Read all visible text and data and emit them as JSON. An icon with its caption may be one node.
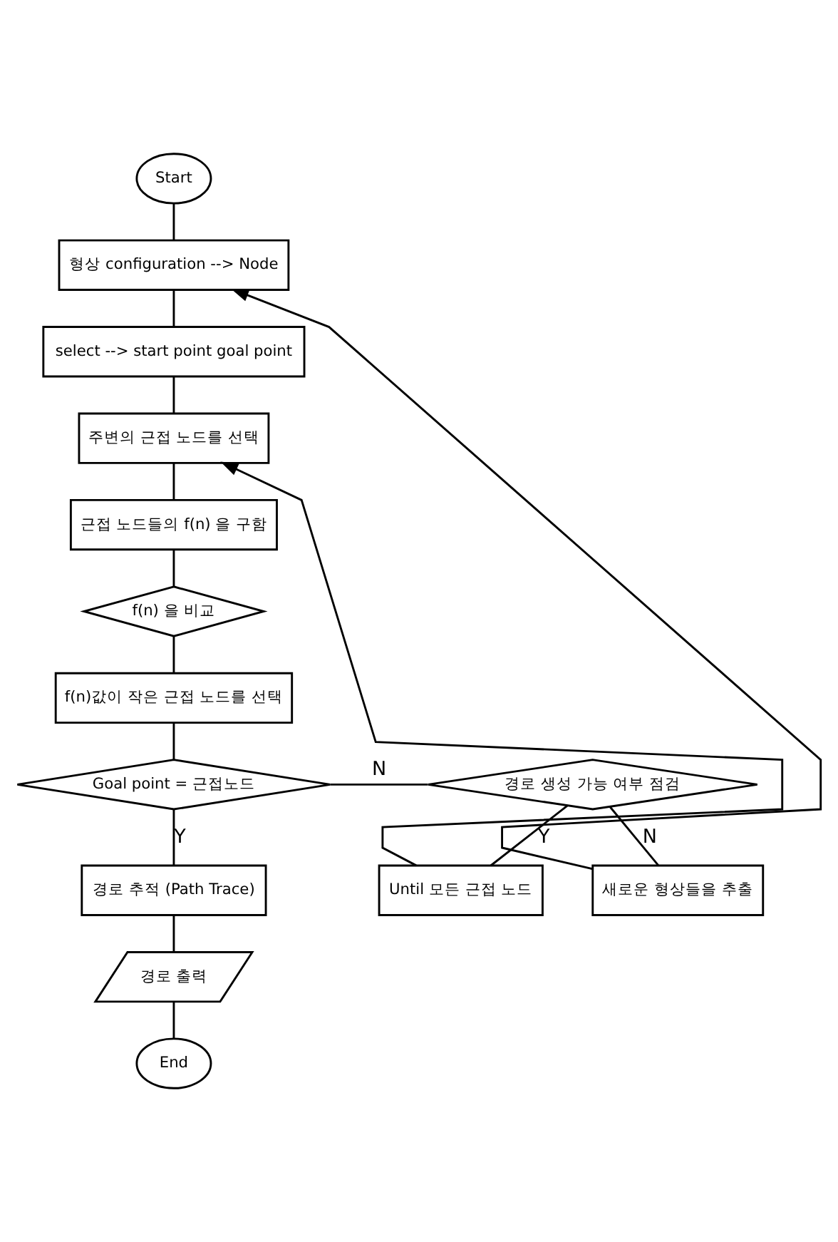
{
  "diagram": {
    "nodes": [
      {
        "text": [
          "Start"
        ]
      },
      {
        "text": [
          "형상 configuration --> Node"
        ]
      },
      {
        "text": [
          "select --> start point goal point"
        ]
      },
      {
        "text": [
          "주변의 근접 노드를 선택"
        ]
      },
      {
        "text": [
          "근접 노드들의 f(n) 을 구함"
        ]
      },
      {
        "text": [
          "f(n) 을 비교"
        ]
      },
      {
        "text": [
          "f(n)값이 작은 근접 노드를 선택"
        ]
      },
      {
        "text": [
          "Goal point = 근접노드"
        ]
      },
      {
        "text": [
          "경로 추적 (Path Trace)"
        ]
      },
      {
        "text": [
          "경로 출력"
        ]
      },
      {
        "text": [
          "End"
        ]
      },
      {
        "text": [
          "경로 생성 가능 여부 점검"
        ]
      },
      {
        "text": [
          "Until 모든 근접 노드"
        ]
      },
      {
        "text": [
          "새로운 형상들을 추출"
        ]
      }
    ],
    "edges": [
      {
        "from": 0,
        "to": 1,
        "arrow": "none"
      },
      {
        "from": 1,
        "to": 2,
        "arrow": "none"
      },
      {
        "from": 2,
        "to": 3,
        "arrow": "none"
      },
      {
        "from": 3,
        "to": 4,
        "arrow": "none"
      },
      {
        "from": 4,
        "to": 5,
        "arrow": "none"
      },
      {
        "from": 5,
        "to": 6,
        "arrow": "none"
      },
      {
        "from": 6,
        "to": 7,
        "arrow": "none"
      },
      {
        "from": 7,
        "to": 8,
        "arrow": "none",
        "label": "Y"
      },
      {
        "from": 8,
        "to": 9,
        "arrow": "none"
      },
      {
        "from": 9,
        "to": 10,
        "arrow": "none"
      },
      {
        "from": 7,
        "to": 11,
        "arrow": "none",
        "label": "N"
      },
      {
        "from": 11,
        "to": 12,
        "arrow": "none",
        "label": "Y"
      },
      {
        "from": 12,
        "to": 3,
        "arrow": "to"
      },
      {
        "from": 11,
        "to": 13,
        "arrow": "none",
        "label": "N"
      },
      {
        "from": 13,
        "to": 1,
        "arrow": "to"
      }
    ]
  }
}
